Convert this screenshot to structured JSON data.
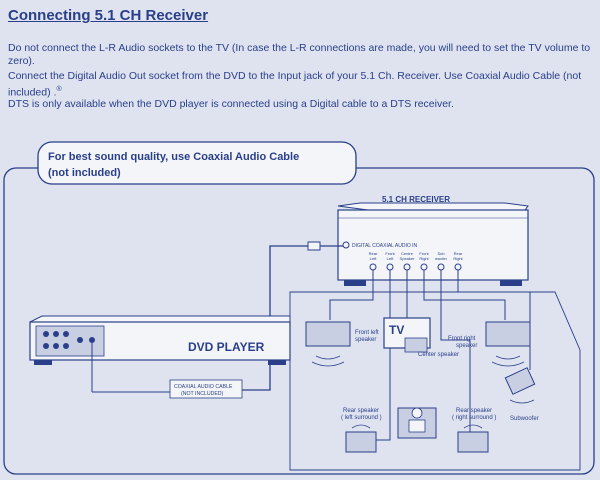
{
  "heading": "Connecting 5.1 CH Receiver",
  "paragraphs": [
    "Do not connect the L-R Audio sockets to the TV (In case the L-R connections are made, you will need to set the TV volume to zero).",
    "Connect the Digital Audio Out socket from the DVD to the Input jack of your 5.1 Ch. Receiver.  Use Coaxial Audio Cable (not included) .",
    "DTS is only available when the DVD player is connected using a Digital cable to a DTS receiver."
  ],
  "registered_mark": "®",
  "callout": {
    "line1": "For best sound quality, use Coaxial Audio Cable",
    "line2": "(not included)"
  },
  "receiver": {
    "title": "5.1 CH RECEIVER",
    "digital_in_label": "DIGITAL COAXIAL AUDIO IN",
    "jacks": [
      {
        "line1": "Rear",
        "line2": "Left"
      },
      {
        "line1": "Front",
        "line2": "Left"
      },
      {
        "line1": "Centre",
        "line2": "Speaker"
      },
      {
        "line1": "Front",
        "line2": "Right"
      },
      {
        "line1": "Sub",
        "line2": "woofer"
      },
      {
        "line1": "Rear",
        "line2": "Right"
      }
    ]
  },
  "dvd": {
    "label": "DVD PLAYER",
    "cable_line1": "COAXIAL AUDIO CABLE",
    "cable_line2": "(NOT INCLUDED)"
  },
  "tv_label": "TV",
  "speakers": {
    "front_left": {
      "line1": "Front left",
      "line2": "speaker"
    },
    "front_right": {
      "line1": "Front right",
      "line2": "speaker"
    },
    "center": "Center speaker",
    "rear_left": {
      "line1": "Rear speaker",
      "line2": "( left surround )"
    },
    "rear_right": {
      "line1": "Rear speaker",
      "line2": "( right surround )"
    },
    "subwoofer": "Subwoofer"
  },
  "colors": {
    "text": "#2a3f8a",
    "background": "#dfe3f0",
    "device_fill": "#f4f5f9"
  }
}
